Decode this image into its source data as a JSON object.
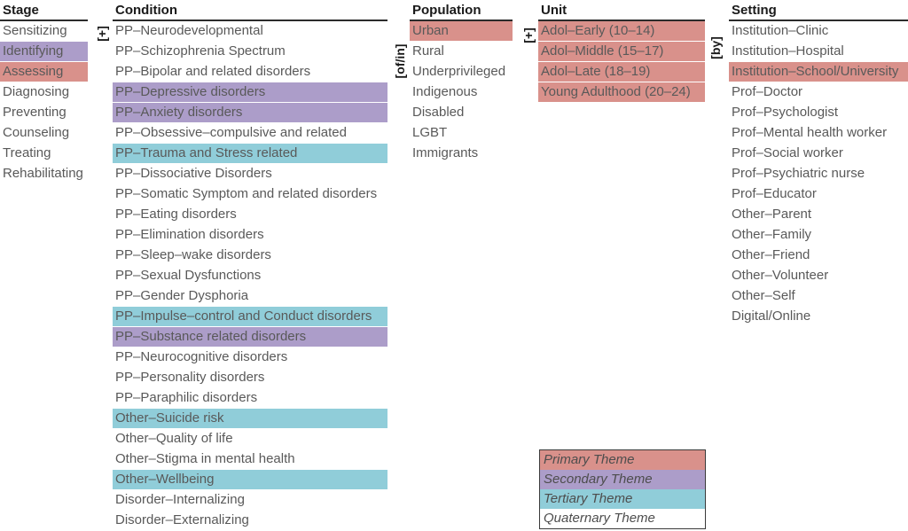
{
  "themes": {
    "primary": "#D9918B",
    "secondary": "#AC9DC9",
    "tertiary": "#90CDD9",
    "quaternary": "#FFFFFF"
  },
  "operators": [
    {
      "symbol": "[+]"
    },
    {
      "symbol": "[of/in]"
    },
    {
      "symbol": "[+]"
    },
    {
      "symbol": "[by]"
    }
  ],
  "columns": [
    {
      "header": "Stage",
      "items": [
        {
          "label": "Sensitizing",
          "theme": "none"
        },
        {
          "label": "Identifying",
          "theme": "secondary"
        },
        {
          "label": "Assessing",
          "theme": "primary"
        },
        {
          "label": "Diagnosing",
          "theme": "none"
        },
        {
          "label": "Preventing",
          "theme": "none"
        },
        {
          "label": "Counseling",
          "theme": "none"
        },
        {
          "label": "Treating",
          "theme": "none"
        },
        {
          "label": "Rehabilitating",
          "theme": "none"
        }
      ]
    },
    {
      "header": "Condition",
      "items": [
        {
          "label": "PP–Neurodevelopmental",
          "theme": "none"
        },
        {
          "label": "PP–Schizophrenia Spectrum",
          "theme": "none"
        },
        {
          "label": "PP–Bipolar and related disorders",
          "theme": "none"
        },
        {
          "label": "PP–Depressive disorders",
          "theme": "secondary"
        },
        {
          "label": "PP–Anxiety disorders",
          "theme": "secondary"
        },
        {
          "label": "PP–Obsessive–compulsive and related",
          "theme": "none"
        },
        {
          "label": "PP–Trauma and Stress related",
          "theme": "tertiary"
        },
        {
          "label": "PP–Dissociative Disorders",
          "theme": "none"
        },
        {
          "label": "PP–Somatic Symptom and related disorders",
          "theme": "none"
        },
        {
          "label": "PP–Eating disorders",
          "theme": "none"
        },
        {
          "label": "PP–Elimination disorders",
          "theme": "none"
        },
        {
          "label": "PP–Sleep–wake disorders",
          "theme": "none"
        },
        {
          "label": "PP–Sexual Dysfunctions",
          "theme": "none"
        },
        {
          "label": "PP–Gender Dysphoria",
          "theme": "none"
        },
        {
          "label": "PP–Impulse–control and Conduct disorders",
          "theme": "tertiary"
        },
        {
          "label": "PP–Substance related disorders",
          "theme": "secondary"
        },
        {
          "label": "PP–Neurocognitive disorders",
          "theme": "none"
        },
        {
          "label": "PP–Personality disorders",
          "theme": "none"
        },
        {
          "label": "PP–Paraphilic disorders",
          "theme": "none"
        },
        {
          "label": "Other–Suicide risk",
          "theme": "tertiary"
        },
        {
          "label": "Other–Quality of life",
          "theme": "none"
        },
        {
          "label": "Other–Stigma in mental health",
          "theme": "none"
        },
        {
          "label": "Other–Wellbeing",
          "theme": "tertiary"
        },
        {
          "label": "Disorder–Internalizing",
          "theme": "none"
        },
        {
          "label": "Disorder–Externalizing",
          "theme": "none"
        }
      ]
    },
    {
      "header": "Population",
      "items": [
        {
          "label": "Urban",
          "theme": "primary"
        },
        {
          "label": "Rural",
          "theme": "none"
        },
        {
          "label": "Underprivileged",
          "theme": "none"
        },
        {
          "label": "Indigenous",
          "theme": "none"
        },
        {
          "label": "Disabled",
          "theme": "none"
        },
        {
          "label": "LGBT",
          "theme": "none"
        },
        {
          "label": "Immigrants",
          "theme": "none"
        }
      ]
    },
    {
      "header": "Unit",
      "items": [
        {
          "label": "Adol–Early (10–14)",
          "theme": "primary"
        },
        {
          "label": "Adol–Middle (15–17)",
          "theme": "primary"
        },
        {
          "label": "Adol–Late (18–19)",
          "theme": "primary"
        },
        {
          "label": "Young Adulthood (20–24)",
          "theme": "primary"
        }
      ]
    },
    {
      "header": "Setting",
      "items": [
        {
          "label": "Institution–Clinic",
          "theme": "none"
        },
        {
          "label": "Institution–Hospital",
          "theme": "none"
        },
        {
          "label": "Institution–School/University",
          "theme": "primary"
        },
        {
          "label": "Prof–Doctor",
          "theme": "none"
        },
        {
          "label": "Prof–Psychologist",
          "theme": "none"
        },
        {
          "label": "Prof–Mental health worker",
          "theme": "none"
        },
        {
          "label": "Prof–Social worker",
          "theme": "none"
        },
        {
          "label": "Prof–Psychiatric nurse",
          "theme": "none"
        },
        {
          "label": "Prof–Educator",
          "theme": "none"
        },
        {
          "label": "Other–Parent",
          "theme": "none"
        },
        {
          "label": "Other–Family",
          "theme": "none"
        },
        {
          "label": "Other–Friend",
          "theme": "none"
        },
        {
          "label": "Other–Volunteer",
          "theme": "none"
        },
        {
          "label": "Other–Self",
          "theme": "none"
        },
        {
          "label": "Digital/Online",
          "theme": "none"
        }
      ]
    }
  ],
  "legend": {
    "items": [
      {
        "label": "Primary Theme",
        "theme": "primary"
      },
      {
        "label": "Secondary Theme",
        "theme": "secondary"
      },
      {
        "label": "Tertiary Theme",
        "theme": "tertiary"
      },
      {
        "label": "Quaternary Theme",
        "theme": "quaternary"
      }
    ]
  }
}
